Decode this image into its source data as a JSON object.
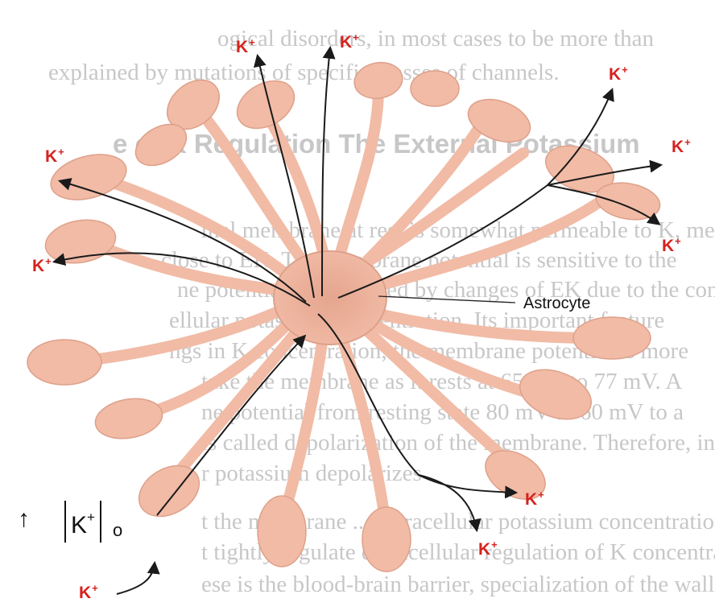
{
  "background_text": [
    "ogical disorders, in most cases to be more than",
    "explained by mutations of specific classes of channels.",
    "e of K Regulation The External Potassium",
    "mal membrane at rest is somewhat permeable to K, mem-",
    "close to EK. The membrane potential is sensitive to the",
    "ne potential is controlled by changes of EK due to the con-",
    "ellular potassium concentration. Its important feature",
    "ngs in K concentration, the membrane potential is more",
    "take the membrane as it rests at 65 mV to 77 mV. A",
    "ne potential from resting state 80 mV to 60 mV to a",
    "is called depolarization of the membrane. Therefore, in-",
    "r potassium depolarizes",
    "t the membrane ... extracellular potassium concentrations in",
    "t tightly regulate extracellular regulation of K concentrations in",
    "ese is the blood-brain barrier, specialization of the walls"
  ],
  "ions": {
    "symbol": "K",
    "charge": "+"
  },
  "cell_label": "Astrocyte",
  "legend": {
    "arrow": "↑",
    "symbol": "K",
    "charge": "+",
    "subscript": "o"
  },
  "colors": {
    "ion": "#d6221e",
    "cell_fill": "#f1bba6",
    "cell_stroke": "#dea08a",
    "arrow": "#1a1a1a"
  }
}
